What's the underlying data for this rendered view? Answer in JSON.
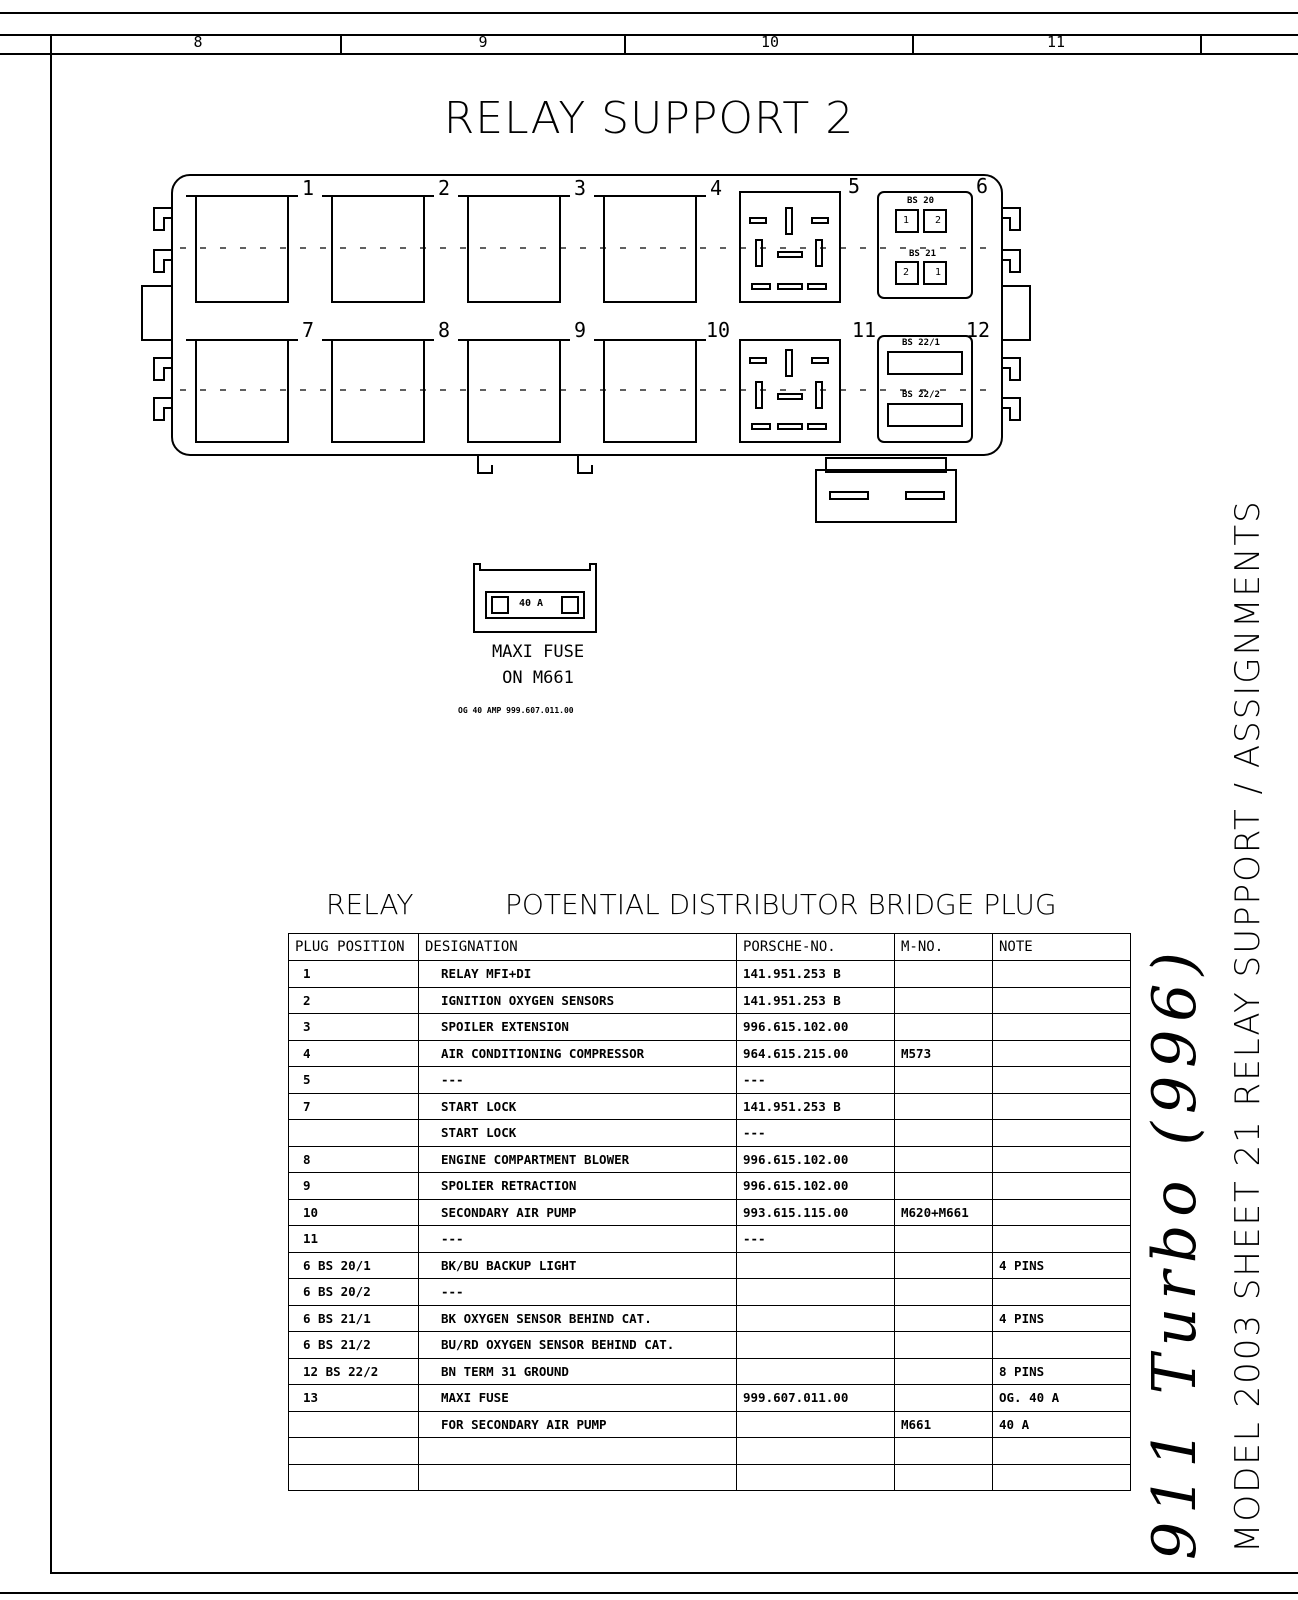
{
  "grid_columns": [
    "8",
    "9",
    "10",
    "11"
  ],
  "title": "RELAY SUPPORT 2",
  "relay_labels": [
    "1",
    "2",
    "3",
    "4",
    "5",
    "6",
    "7",
    "8",
    "9",
    "10",
    "11",
    "12"
  ],
  "bs_labels": {
    "bs20": "BS 20",
    "bs21": "BS 21",
    "bs22_1": "BS 22/1",
    "bs22_2": "BS 22/2",
    "pin1": "1",
    "pin2": "2"
  },
  "maxi_fuse": {
    "rating": "40 A",
    "label_line1": "MAXI FUSE",
    "label_line2": "ON M661",
    "part_line": "OG  40 AMP  999.607.011.00"
  },
  "table_title_left": "RELAY",
  "table_title_right": "POTENTIAL DISTRIBUTOR BRIDGE PLUG",
  "table": {
    "headers": [
      "PLUG POSITION",
      "DESIGNATION",
      "PORSCHE-NO.",
      "M-NO.",
      "NOTE"
    ],
    "rows": [
      [
        "1",
        "RELAY MFI+DI",
        "141.951.253 B",
        "",
        ""
      ],
      [
        "2",
        "IGNITION OXYGEN SENSORS",
        "141.951.253 B",
        "",
        ""
      ],
      [
        "3",
        "SPOILER EXTENSION",
        "996.615.102.00",
        "",
        ""
      ],
      [
        "4",
        "AIR CONDITIONING COMPRESSOR",
        "964.615.215.00",
        "M573",
        ""
      ],
      [
        "5",
        "---",
        "---",
        "",
        ""
      ],
      [
        "7",
        "START LOCK",
        "141.951.253 B",
        "",
        ""
      ],
      [
        "",
        "START LOCK",
        "---",
        "",
        ""
      ],
      [
        "8",
        "ENGINE COMPARTMENT BLOWER",
        "996.615.102.00",
        "",
        ""
      ],
      [
        "9",
        "SPOLIER RETRACTION",
        "996.615.102.00",
        "",
        ""
      ],
      [
        "10",
        "SECONDARY AIR PUMP",
        "993.615.115.00",
        "M620+M661",
        ""
      ],
      [
        "11",
        "---",
        "---",
        "",
        ""
      ],
      [
        "6  BS 20/1",
        "BK/BU BACKUP LIGHT",
        "",
        "",
        "4 PINS"
      ],
      [
        "6  BS 20/2",
        "---",
        "",
        "",
        ""
      ],
      [
        "6  BS 21/1",
        "BK OXYGEN SENSOR   BEHIND CAT.",
        "",
        "",
        "4 PINS"
      ],
      [
        "6  BS 21/2",
        "BU/RD OXYGEN SENSOR BEHIND CAT.",
        "",
        "",
        ""
      ],
      [
        "12  BS 22/2",
        "BN  TERM 31  GROUND",
        "",
        "",
        "8 PINS"
      ],
      [
        "13",
        "MAXI FUSE",
        "999.607.011.00",
        "",
        "OG. 40 A"
      ],
      [
        "",
        "FOR   SECONDARY AIR PUMP",
        "",
        "M661",
        "40 A"
      ],
      [
        "",
        "",
        "",
        "",
        ""
      ],
      [
        "",
        "",
        "",
        "",
        ""
      ]
    ]
  },
  "side_caption": "MODEL 2003   SHEET 21 RELAY SUPPORT / ASSIGNMENTS",
  "side_script": "911 Turbo (996)"
}
